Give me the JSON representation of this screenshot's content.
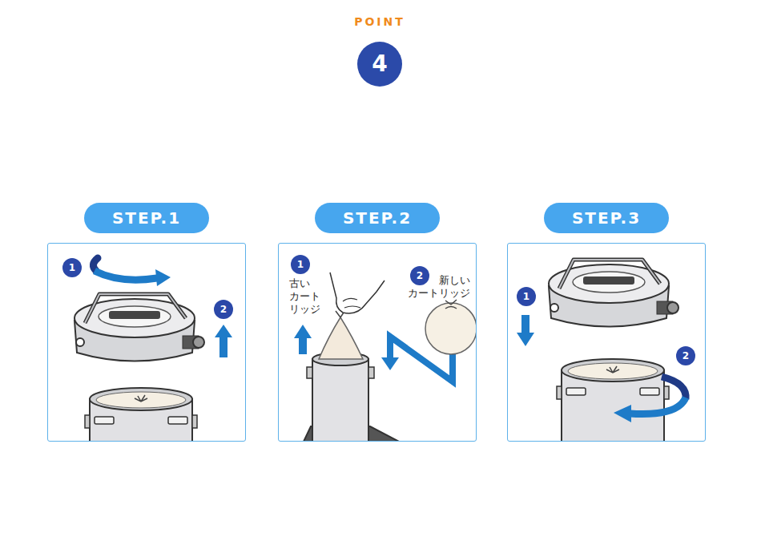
{
  "diagram": {
    "nodes": [
      {
        "text": [
          "POINT",
          "4"
        ]
      },
      {
        "text": [
          "STEP.1"
        ]
      },
      {
        "text": [
          "1"
        ],
        "in": 1
      },
      {
        "text": [
          "2"
        ],
        "in": 1
      },
      {
        "text": [
          "STEP.2"
        ]
      },
      {
        "text": [
          "1"
        ],
        "in": 4
      },
      {
        "text": [
          "2"
        ],
        "in": 4
      },
      {
        "text": [
          "STEP.3"
        ]
      },
      {
        "text": [
          "1"
        ],
        "in": 7
      },
      {
        "text": [
          "2"
        ],
        "in": 7
      }
    ],
    "labels": [
      "古い カート リッジ",
      "新しい カートリッジ"
    ]
  }
}
